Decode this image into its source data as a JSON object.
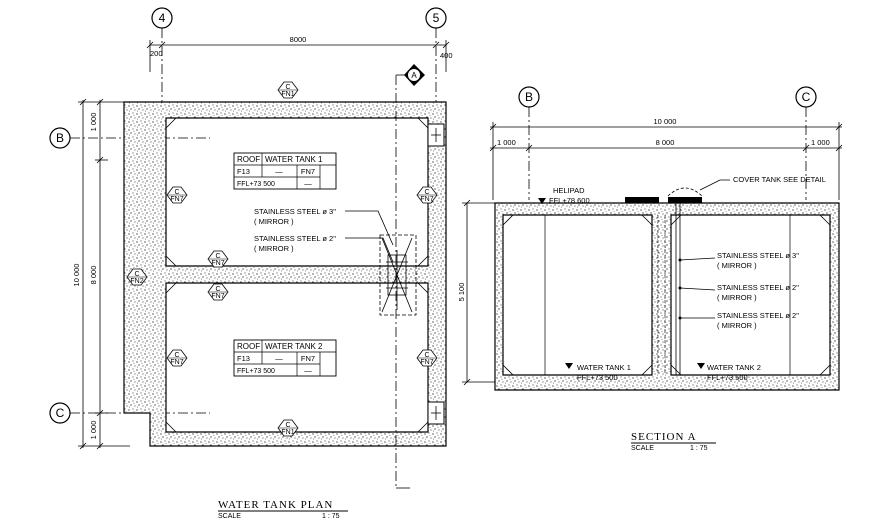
{
  "grid": {
    "g4": "4",
    "g5": "5",
    "gB": "B",
    "gC": "C"
  },
  "plan": {
    "dims": {
      "d200": "200",
      "d8000": "8000",
      "d400": "400",
      "d1000a": "1 000",
      "d10000": "10 000",
      "d8000v": "8 000",
      "d1000b": "1 000"
    },
    "section_marker": "A",
    "tag_c": "C",
    "tag_fn1": "FN1",
    "tag_fn7": "FN7",
    "tag_fn2": "FN2",
    "table1": {
      "h_roof": "ROOF",
      "h_name": "WATER TANK 1",
      "f13": "F13",
      "dash": "—",
      "fn7": "FN7",
      "ffl": "FFL+73 500"
    },
    "table2": {
      "h_roof": "ROOF",
      "h_name": "WATER TANK 2",
      "f13": "F13",
      "dash": "—",
      "fn7": "FN7",
      "ffl": "FFL+73 500"
    },
    "steel1": "STAINLESS STEEL ø 3\"",
    "steel2": "STAINLESS STEEL ø 2\"",
    "mirror": "( MIRROR )",
    "title": "WATER TANK PLAN",
    "scale_label": "SCALE",
    "scale_value": "1 : 75"
  },
  "section": {
    "dims": {
      "d10000": "10 000",
      "d1000l": "1 000",
      "d8000": "8 000",
      "d1000r": "1 000",
      "d5100": "5 100"
    },
    "cover": "COVER TANK SEE DETAIL",
    "helipad": "HELIPAD",
    "ffl78": "FFL+78 600",
    "steel3": "STAINLESS STEEL ø 3\"",
    "steel2": "STAINLESS STEEL ø 2\"",
    "mirror": "( MIRROR )",
    "tank1": "WATER TANK 1",
    "tank2": "WATER TANK 2",
    "ffl73": "FFL+73 500",
    "title": "SECTION   A",
    "scale_label": "SCALE",
    "scale_value": "1 : 75"
  }
}
